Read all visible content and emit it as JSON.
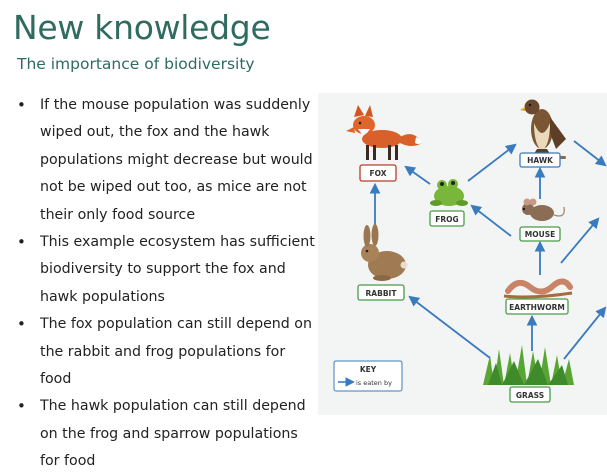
{
  "header": {
    "title": "New knowledge",
    "subtitle": "The importance of biodiversity"
  },
  "bullets": [
    "If the mouse population was suddenly wiped out, the fox and the hawk populations might decrease but would not be wiped out too, as mice are not their only food source",
    "This example ecosystem has sufficient biodiversity to support the fox and hawk populations",
    "The fox population can still depend on the rabbit and frog populations for food",
    "The hawk population can still depend on the frog and sparrow populations for food"
  ],
  "food_web": {
    "organisms": {
      "fox": "FOX",
      "hawk": "HAWK",
      "frog": "FROG",
      "mouse": "MOUSE",
      "rabbit": "RABBIT",
      "earthworm": "EARTHWORM",
      "grass": "GRASS"
    },
    "key": {
      "title": "KEY",
      "arrow_label": "is eaten by"
    },
    "colors": {
      "arrow": "#3a7bbf",
      "producer_label_border": "#4a9a4a",
      "consumer_label_border": "#4a9a4a",
      "predator_label_border": "#c0392b"
    }
  }
}
